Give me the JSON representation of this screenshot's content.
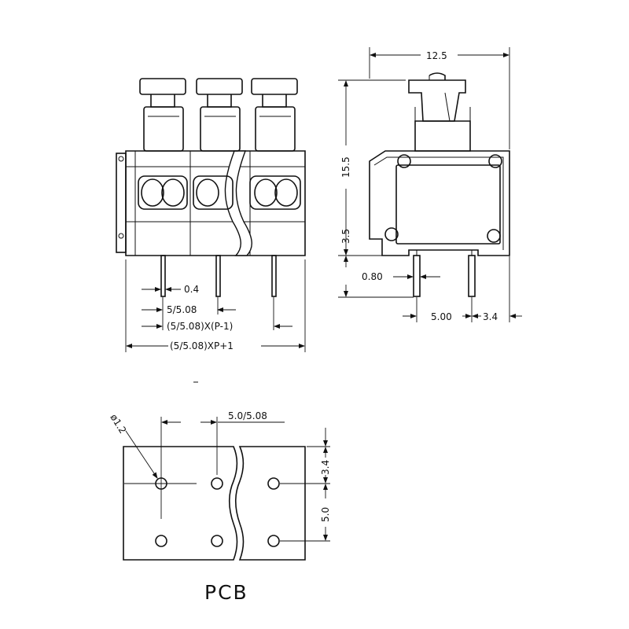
{
  "front_view": {
    "pin_width": "0.4",
    "pitch": "5/5.08",
    "span_pitch": "(5/5.08)X(P-1)",
    "overall_width": "(5/5.08)XP+1"
  },
  "side_view": {
    "width": "12.5",
    "height": "15.5",
    "pin_length": "3.5",
    "pin_size": "0.80",
    "pin_spacing": "5.00",
    "rear_offset": "3.4"
  },
  "pcb_view": {
    "hole_diameter": "ø1.2",
    "pitch": "5.0/5.08",
    "edge_offset": "3.4",
    "row_spacing": "5.0",
    "title": "PCB"
  }
}
